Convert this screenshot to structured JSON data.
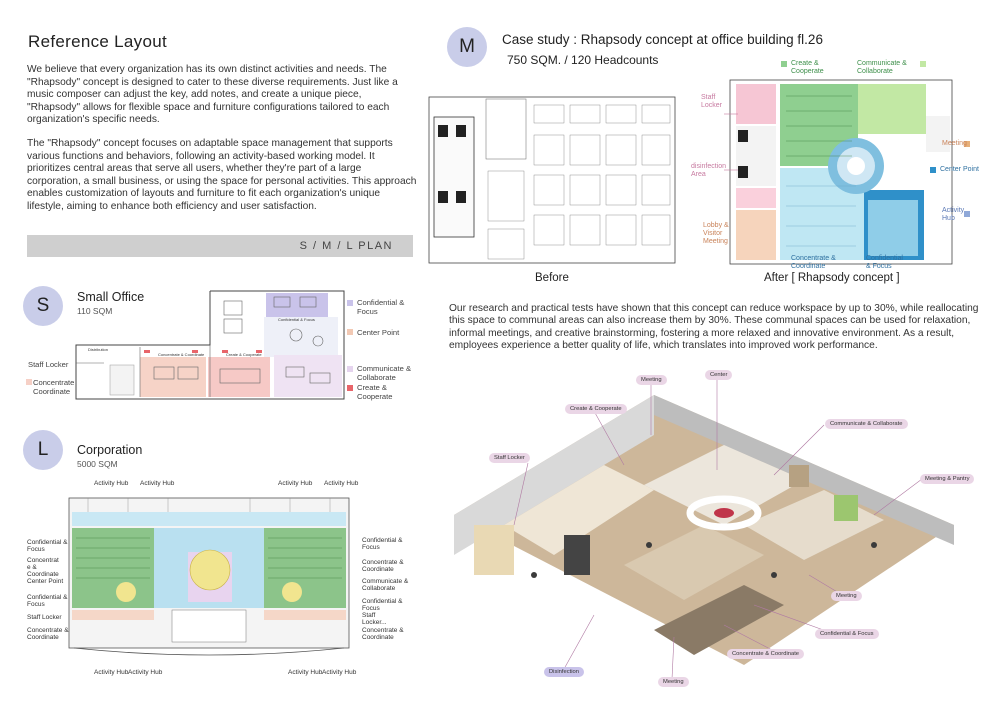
{
  "left": {
    "title": "Reference Layout",
    "para1": "We believe that every organization has its own distinct activities and needs. The \"Rhapsody\" concept is designed to cater to these diverse requirements. Just like a music composer can adjust the key, add notes, and create a unique piece, \"Rhapsody\" allows for flexible space and furniture configurations tailored to each organization's specific needs.",
    "para2": "The \"Rhapsody\" concept focuses on adaptable space management that supports various functions and behaviors, following an activity-based working model. It prioritizes central areas that serve all users, whether they're part of a large corporation, a small business, or using the space for personal activities. This approach enables customization of layouts and furniture to fit each organization's unique lifestyle, aiming to enhance both efficiency and user satisfaction.",
    "plan_bar": "S / M / L  PLAN"
  },
  "small": {
    "badge": "S",
    "title": "Small Office",
    "size": "110 SQM",
    "left_labels": [
      "Staff Locker",
      "Concentrate &\nCoordinate"
    ],
    "legend": [
      {
        "label": "Confidential &\nFocus",
        "color": "#c9c3ea"
      },
      {
        "label": "Center Point",
        "color": "#f2c9b4"
      },
      {
        "label": "Communicate &\nCollaborate",
        "color": "#e5d4ee"
      },
      {
        "label": "Create &\nCooperate",
        "color": "#e8656a"
      }
    ],
    "plan_labels": [
      "Concentrate & Coordinate",
      "Create & Cooperate",
      "Distribution",
      "Confidential & Focus"
    ]
  },
  "large": {
    "badge": "L",
    "title": "Corporation",
    "size": "5000 SQM",
    "top_hubs": [
      "Activity Hub",
      "Activity Hub",
      "Activity Hub",
      "Activity Hub"
    ],
    "bottom_hubs": [
      "Activity Hub",
      "Activity Hub",
      "Activity Hub",
      "Activity Hub"
    ],
    "left_labels": [
      "Confidential &\nFocus",
      "Concentrat\ne &\nCoordinate",
      "Center Point",
      "Confidential &\nFocus",
      "Staff Locker",
      "Concentrate &\nCoordinate"
    ],
    "right_labels": [
      "Confidential &\nFocus",
      "Concentrate &\nCoordinate",
      "Communicate &\nCollaborate",
      "Confidential &\nFocus",
      "Staff\nLocker...",
      "Concentrate &\nCoordinate"
    ]
  },
  "medium": {
    "badge": "M",
    "title": "Case study : Rhapsody concept at office building fl.26",
    "subtitle": "750 SQM. / 120 Headcounts",
    "before": "Before",
    "after": "After [ Rhapsody concept ]",
    "after_labels": {
      "create": "Create &\nCooperate",
      "communicate": "Communicate &\nCollaborate",
      "staff": "Staff\nLocker",
      "meeting": "Meeting",
      "disinfection": "disinfection\nArea",
      "center": "Center Point",
      "activity": "Activity\nHub",
      "lobby": "Lobby &\nVisitor\nMeeting",
      "concentrate": "Concentrate &\nCoordinate",
      "confidential": "Confidential\n& Focus"
    },
    "para": "Our research and practical tests have shown that this concept can reduce workspace by up to 30%, while reallocating this space to communal areas can also increase them by 30%. These communal spaces can be used for relaxation, informal meetings, and creative brainstorming, fostering a more relaxed and innovative environment. As a result, employees experience a better quality of life, which translates into improved work performance."
  },
  "iso_tags": {
    "meeting_top": "Meeting",
    "center": "Center",
    "create": "Create & Cooperate",
    "communicate": "Communicate & Collaborate",
    "staff": "Staff Locker",
    "pantry": "Meeting & Pantry",
    "meeting_right": "Meeting",
    "confidential": "Confidential & Focus",
    "concentrate": "Concentrate & Coordinate",
    "disinfection": "Disinfection",
    "meeting_bottom": "Meeting"
  }
}
